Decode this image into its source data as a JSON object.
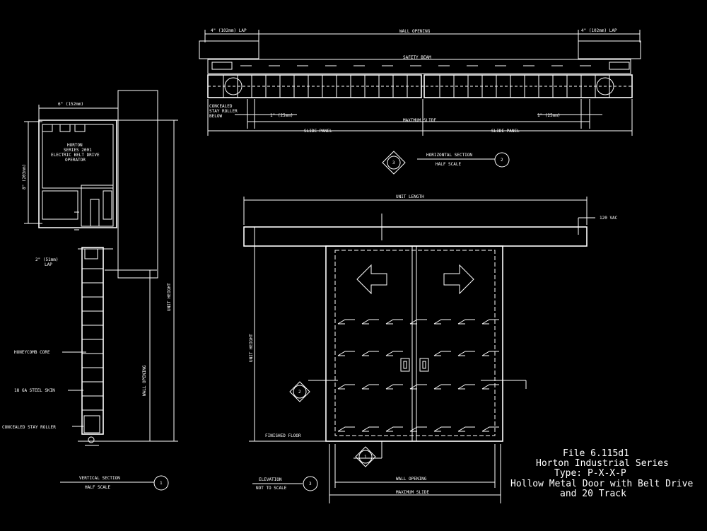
{
  "horizontal_section": {
    "lap_left": "4\" (102mm) LAP",
    "wall_opening": "WALL OPENING",
    "lap_right": "4\" (102mm) LAP",
    "safety_beam": "SAFETY BEAM",
    "concealed_note": [
      "CONCEALED",
      "STAY ROLLER",
      "BELOW"
    ],
    "dim_left": "1\" (25mm)",
    "dim_right": "1\" (25mm)",
    "maximum_slide": "MAXIMUM SLIDE",
    "slide_panel_left": "SLIDE PANEL",
    "slide_panel_right": "SLIDE PANEL",
    "title": "HORIZONTAL SECTION",
    "scale": "HALF SCALE",
    "callout_left": "3",
    "callout_right": "2"
  },
  "vertical_section": {
    "dim_width": "6\" (152mm)",
    "dim_height": "8\" (203mm)",
    "operator_note": [
      "HORTON",
      "SERIES 2001",
      "ELECTRIC BELT DRIVE",
      "OPERATOR"
    ],
    "lap": [
      "2\" (51mm)",
      "LAP"
    ],
    "unit_height": "UNIT HEIGHT",
    "wall_opening": "WALL OPENING",
    "honeycomb": "HONEYCOMB CORE",
    "steel_skin": "18 GA STEEL SKIN",
    "stay_roller": "CONCEALED STAY ROLLER",
    "title": "VERTICAL SECTION",
    "scale": "HALF SCALE",
    "callout": "1"
  },
  "elevation": {
    "unit_length": "UNIT LENGTH",
    "power": "120 VAC",
    "unit_height": "UNIT HEIGHT",
    "finished_floor": "FINISHED FLOOR",
    "wall_opening": "WALL OPENING",
    "maximum_slide": "MAXIMUM SLIDE",
    "title": "ELEVATION",
    "scale": "NOT TO SCALE",
    "callout": "3",
    "callout_section": "2",
    "callout_vertical": "1"
  },
  "title_block": {
    "line1": "File 6.115d1",
    "line2": "Horton Industrial Series",
    "line3": "Type: P-X-X-P",
    "line4": "Hollow Metal Door with Belt Drive",
    "line5": "and 20 Track"
  }
}
